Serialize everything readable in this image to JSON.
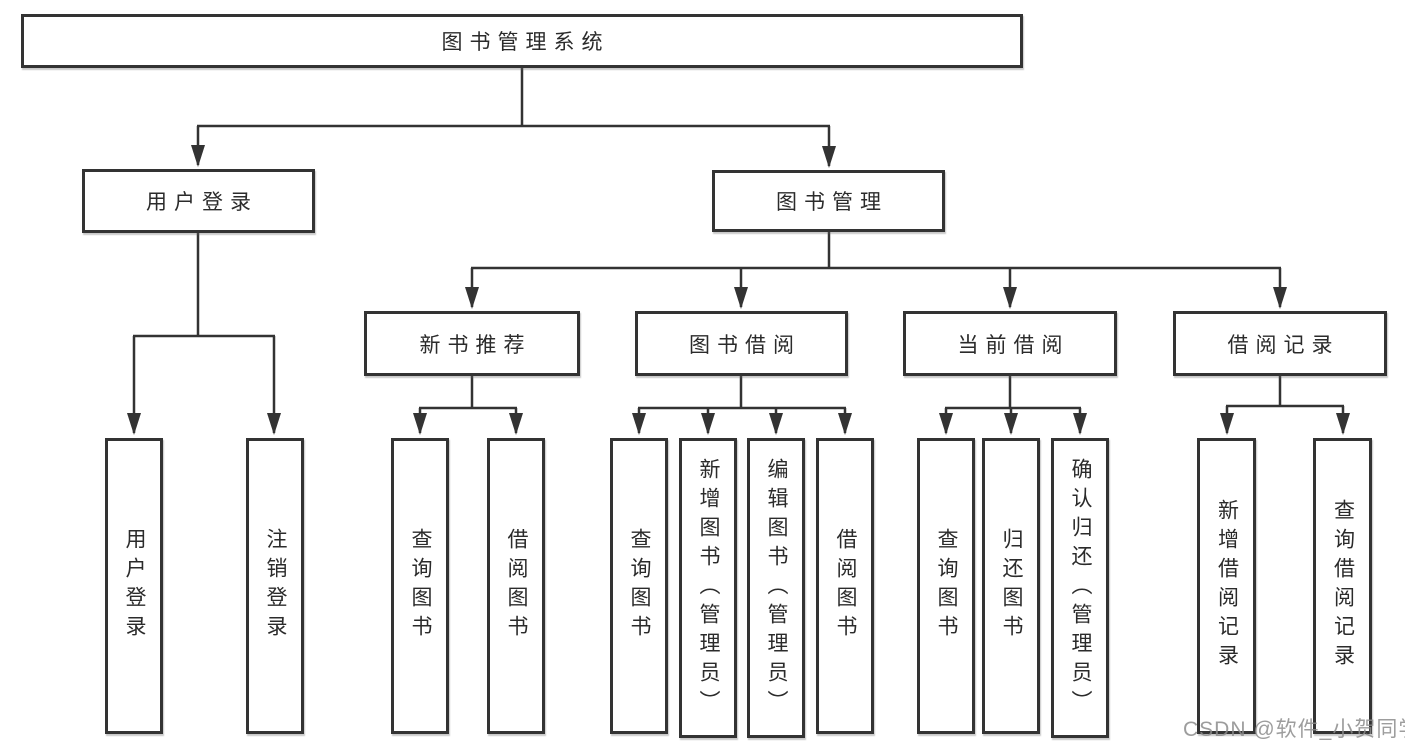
{
  "diagram": {
    "title": "图书管理系统",
    "branches": [
      {
        "label": "用户登录",
        "children": [
          {
            "label": "用户登录"
          },
          {
            "label": "注销登录"
          }
        ]
      },
      {
        "label": "图书管理",
        "children": [
          {
            "label": "新书推荐",
            "children": [
              {
                "label": "查询图书"
              },
              {
                "label": "借阅图书"
              }
            ]
          },
          {
            "label": "图书借阅",
            "children": [
              {
                "label": "查询图书"
              },
              {
                "label": "新增图书（管理员）"
              },
              {
                "label": "编辑图书（管理员）"
              },
              {
                "label": "借阅图书"
              }
            ]
          },
          {
            "label": "当前借阅",
            "children": [
              {
                "label": "查询图书"
              },
              {
                "label": "归还图书"
              },
              {
                "label": "确认归还（管理员）"
              }
            ]
          },
          {
            "label": "借阅记录",
            "children": [
              {
                "label": "新增借阅记录"
              },
              {
                "label": "查询借阅记录"
              }
            ]
          }
        ]
      }
    ]
  },
  "watermark": "CSDN @软件_小贺同学",
  "colors": {
    "line": "#333333",
    "box_border": "#333333",
    "text": "#2b2b2b",
    "watermark": "#8c8c8c",
    "background": "#ffffff"
  }
}
